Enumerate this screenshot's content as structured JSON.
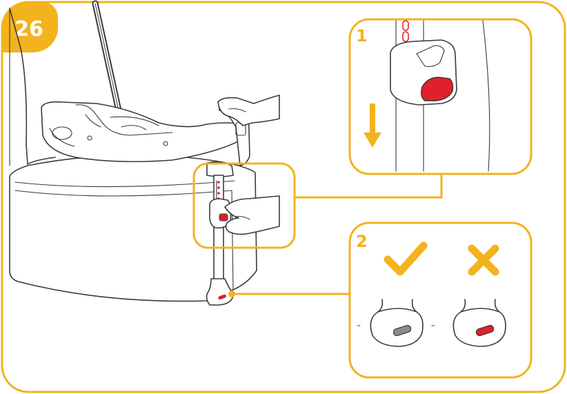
{
  "step": {
    "number": "26"
  },
  "panels": [
    {
      "number": "1"
    },
    {
      "number": "2"
    }
  ],
  "colors": {
    "accent": "#F2B31D",
    "indicator_red": "#E0202A",
    "indicator_grey": "#8A8A8A",
    "line": "#3A3A3A"
  },
  "icons": {
    "arrow": "down-arrow-icon",
    "correct": "check-icon",
    "incorrect": "cross-icon"
  }
}
